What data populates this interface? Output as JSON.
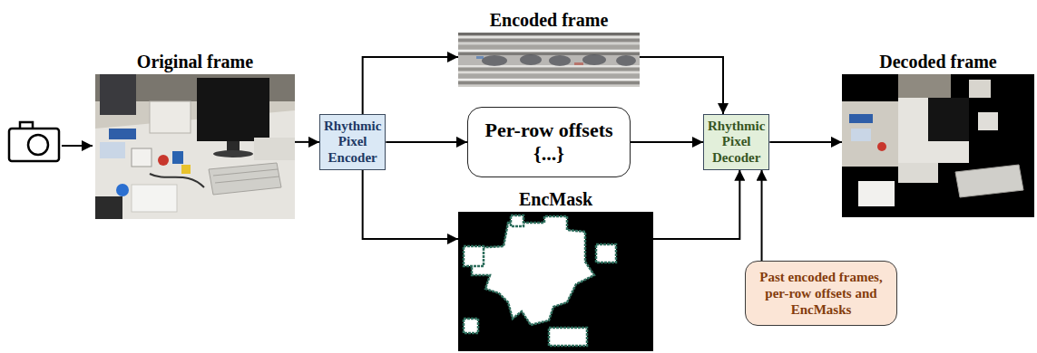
{
  "diagram": {
    "nodes": [
      {
        "text": [
          "Original frame"
        ]
      },
      {
        "text": [
          "Rhythmic Pixel Encoder"
        ]
      },
      {
        "text": [
          "Encoded frame"
        ]
      },
      {
        "text": [
          "Per-row offsets",
          "{...}"
        ]
      },
      {
        "text": [
          "EncMask"
        ]
      },
      {
        "text": [
          "Rhythmic Pixel Decoder"
        ]
      },
      {
        "text": [
          "Past encoded frames, per-row offsets and EncMasks"
        ]
      },
      {
        "text": [
          "Decoded frame"
        ]
      }
    ],
    "edges": [
      {
        "from": 0,
        "to": 1,
        "arrow": "to"
      },
      {
        "from": 1,
        "to": 2,
        "arrow": "to"
      },
      {
        "from": 1,
        "to": 3,
        "arrow": "to"
      },
      {
        "from": 1,
        "to": 4,
        "arrow": "to"
      },
      {
        "from": 2,
        "to": 5,
        "arrow": "to"
      },
      {
        "from": 3,
        "to": 5,
        "arrow": "to"
      },
      {
        "from": 4,
        "to": 5,
        "arrow": "to"
      },
      {
        "from": 6,
        "to": 5,
        "arrow": "to"
      },
      {
        "from": 5,
        "to": 7,
        "arrow": "to"
      }
    ]
  }
}
